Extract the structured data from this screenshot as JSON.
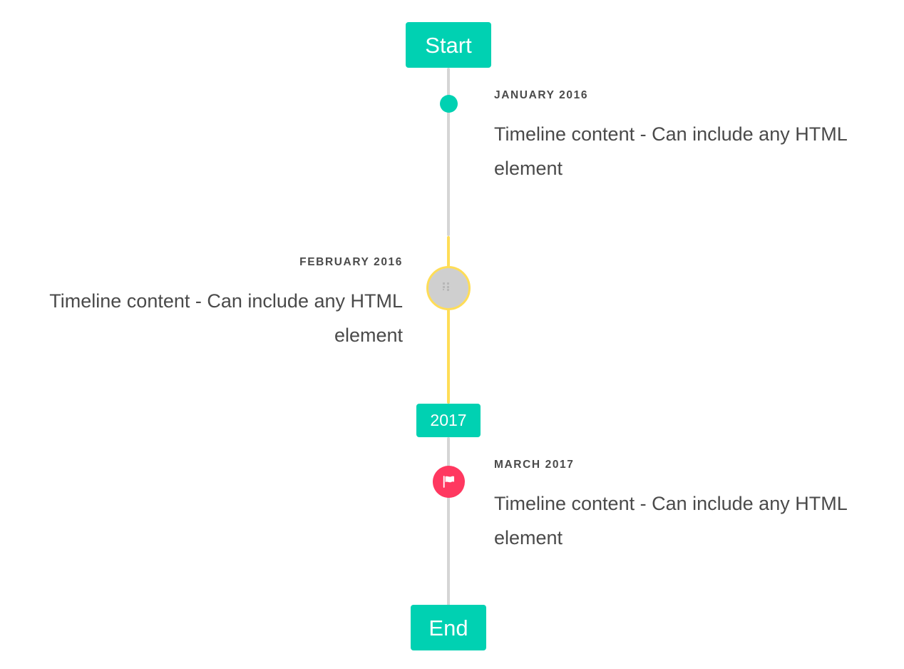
{
  "theme": {
    "primary": "#00d1b2",
    "warning": "#ffdd57",
    "danger": "#ff3860",
    "rail": "#d5d5d5",
    "text": "#4a4a4a",
    "marker_gray": "#cfcfcf",
    "background": "#ffffff"
  },
  "timeline": {
    "header": {
      "label": "Start"
    },
    "footer": {
      "label": "End"
    },
    "divider": {
      "label": "2017"
    },
    "items": [
      {
        "date": "JANUARY 2016",
        "body": "Timeline content - Can include any HTML element",
        "side": "right",
        "marker": "dot-icon",
        "marker_color": "#00d1b2"
      },
      {
        "date": "FEBRUARY 2016",
        "body": "Timeline content - Can include any HTML element",
        "side": "left",
        "marker": "broken-image-icon",
        "marker_color": "#cfcfcf",
        "marker_border_color": "#ffdd57"
      },
      {
        "date": "MARCH 2017",
        "body": "Timeline content - Can include any HTML element",
        "side": "right",
        "marker": "flag-icon",
        "marker_color": "#ff3860"
      }
    ]
  }
}
